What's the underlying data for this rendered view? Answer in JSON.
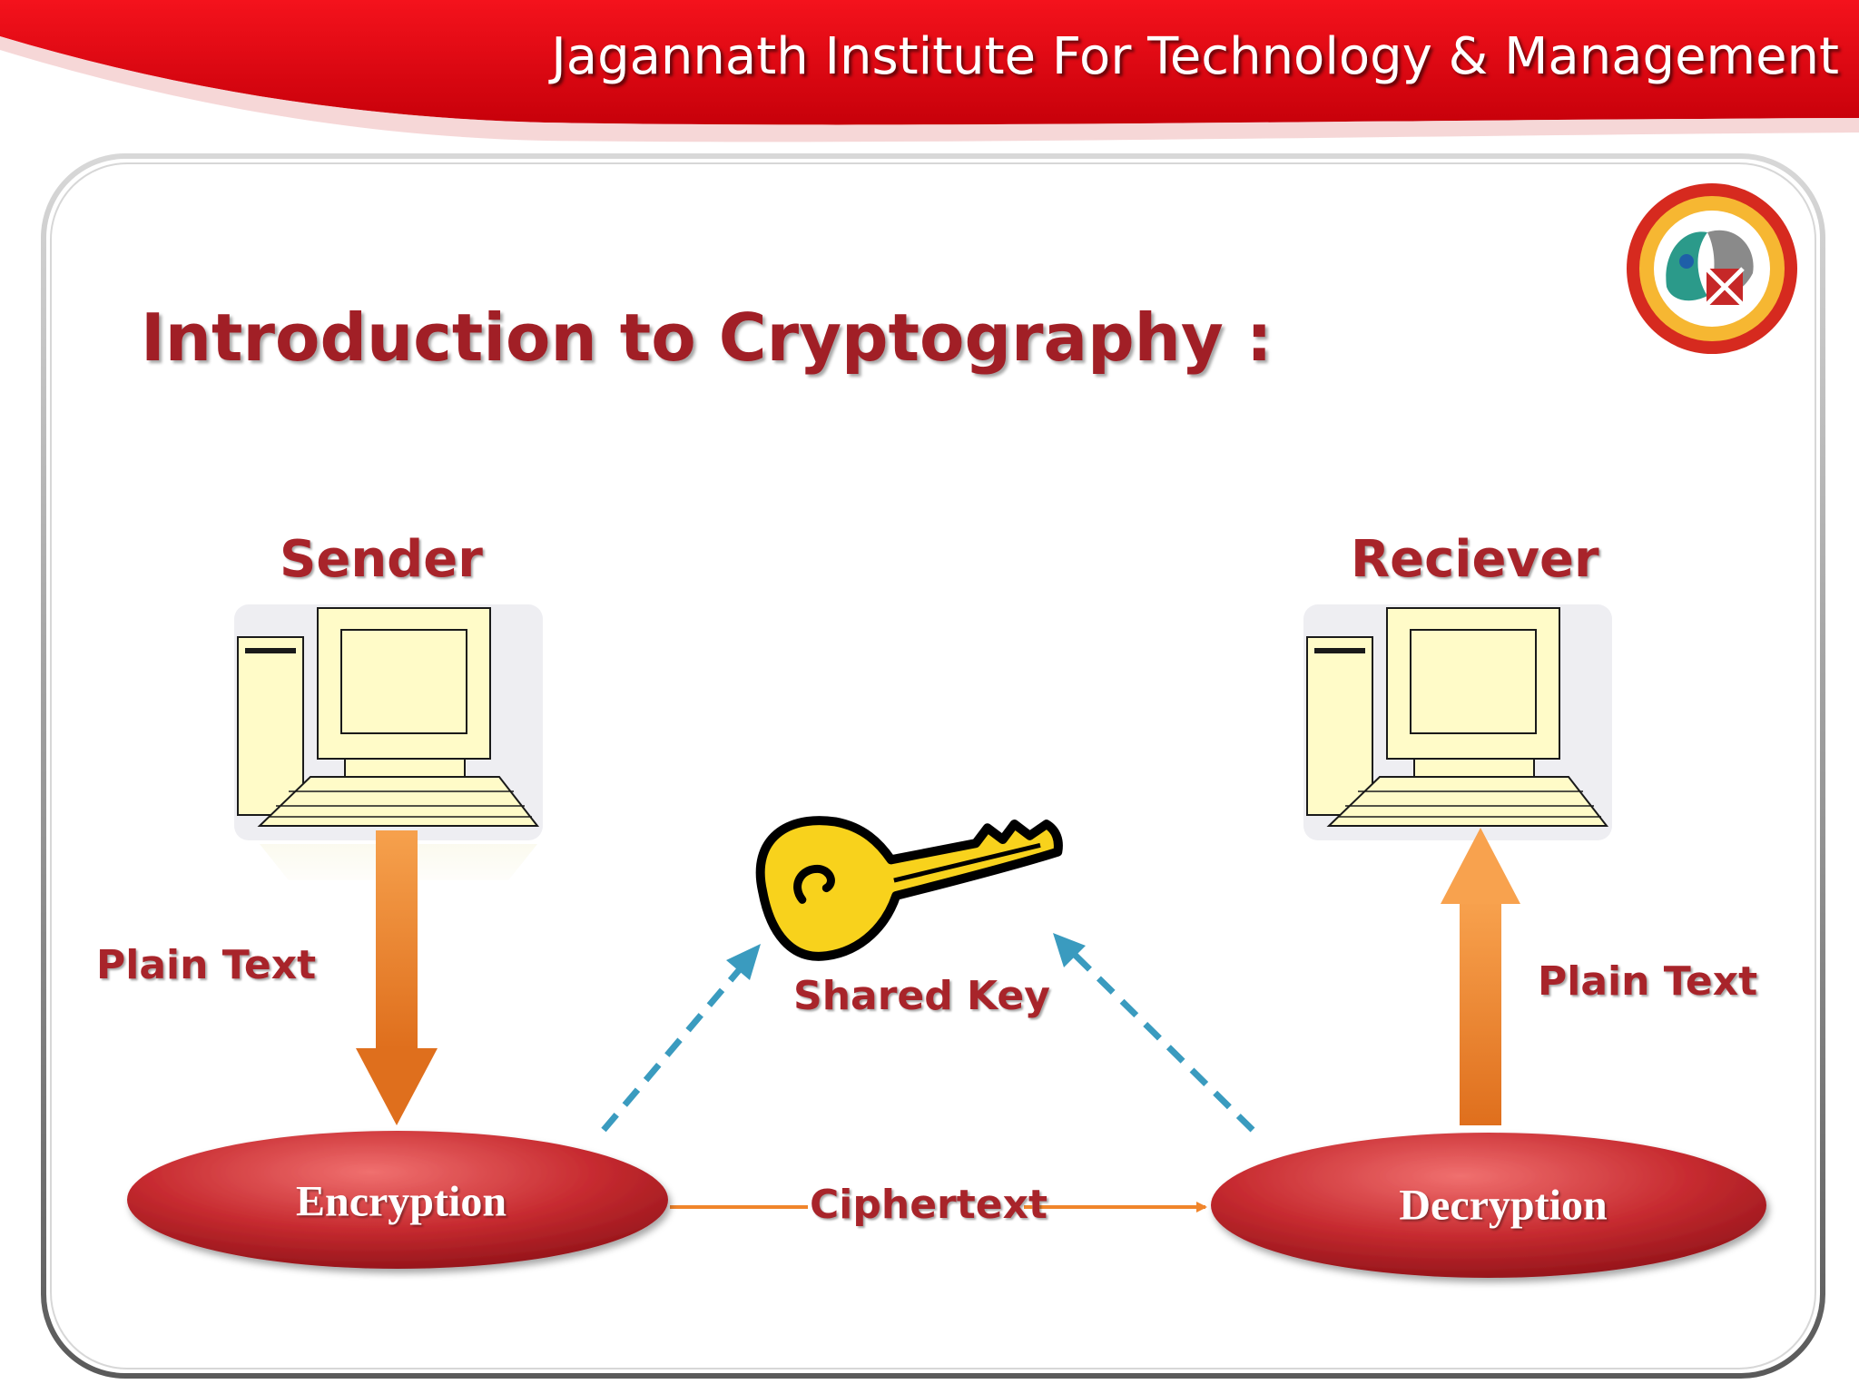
{
  "header": {
    "institute_name": "Jagannath Institute For Technology & Management",
    "logo_icon": "institute-seal-icon",
    "accent_color": "#e30613"
  },
  "slide": {
    "title": "Introduction to Cryptography :"
  },
  "diagram": {
    "sender_label": "Sender",
    "receiver_label": "Reciever",
    "sender_plain_text": "Plain Text",
    "receiver_plain_text": "Plain Text",
    "shared_key_label": "Shared Key",
    "ciphertext_label": "Ciphertext",
    "encryption_label": "Encryption",
    "decryption_label": "Decryption",
    "computer_icon": "desktop-computer-icon",
    "key_icon": "key-icon",
    "node_color": "#c0262d",
    "arrow_color": "#f0852b",
    "dashed_arrow_color": "#3a9bbf"
  }
}
